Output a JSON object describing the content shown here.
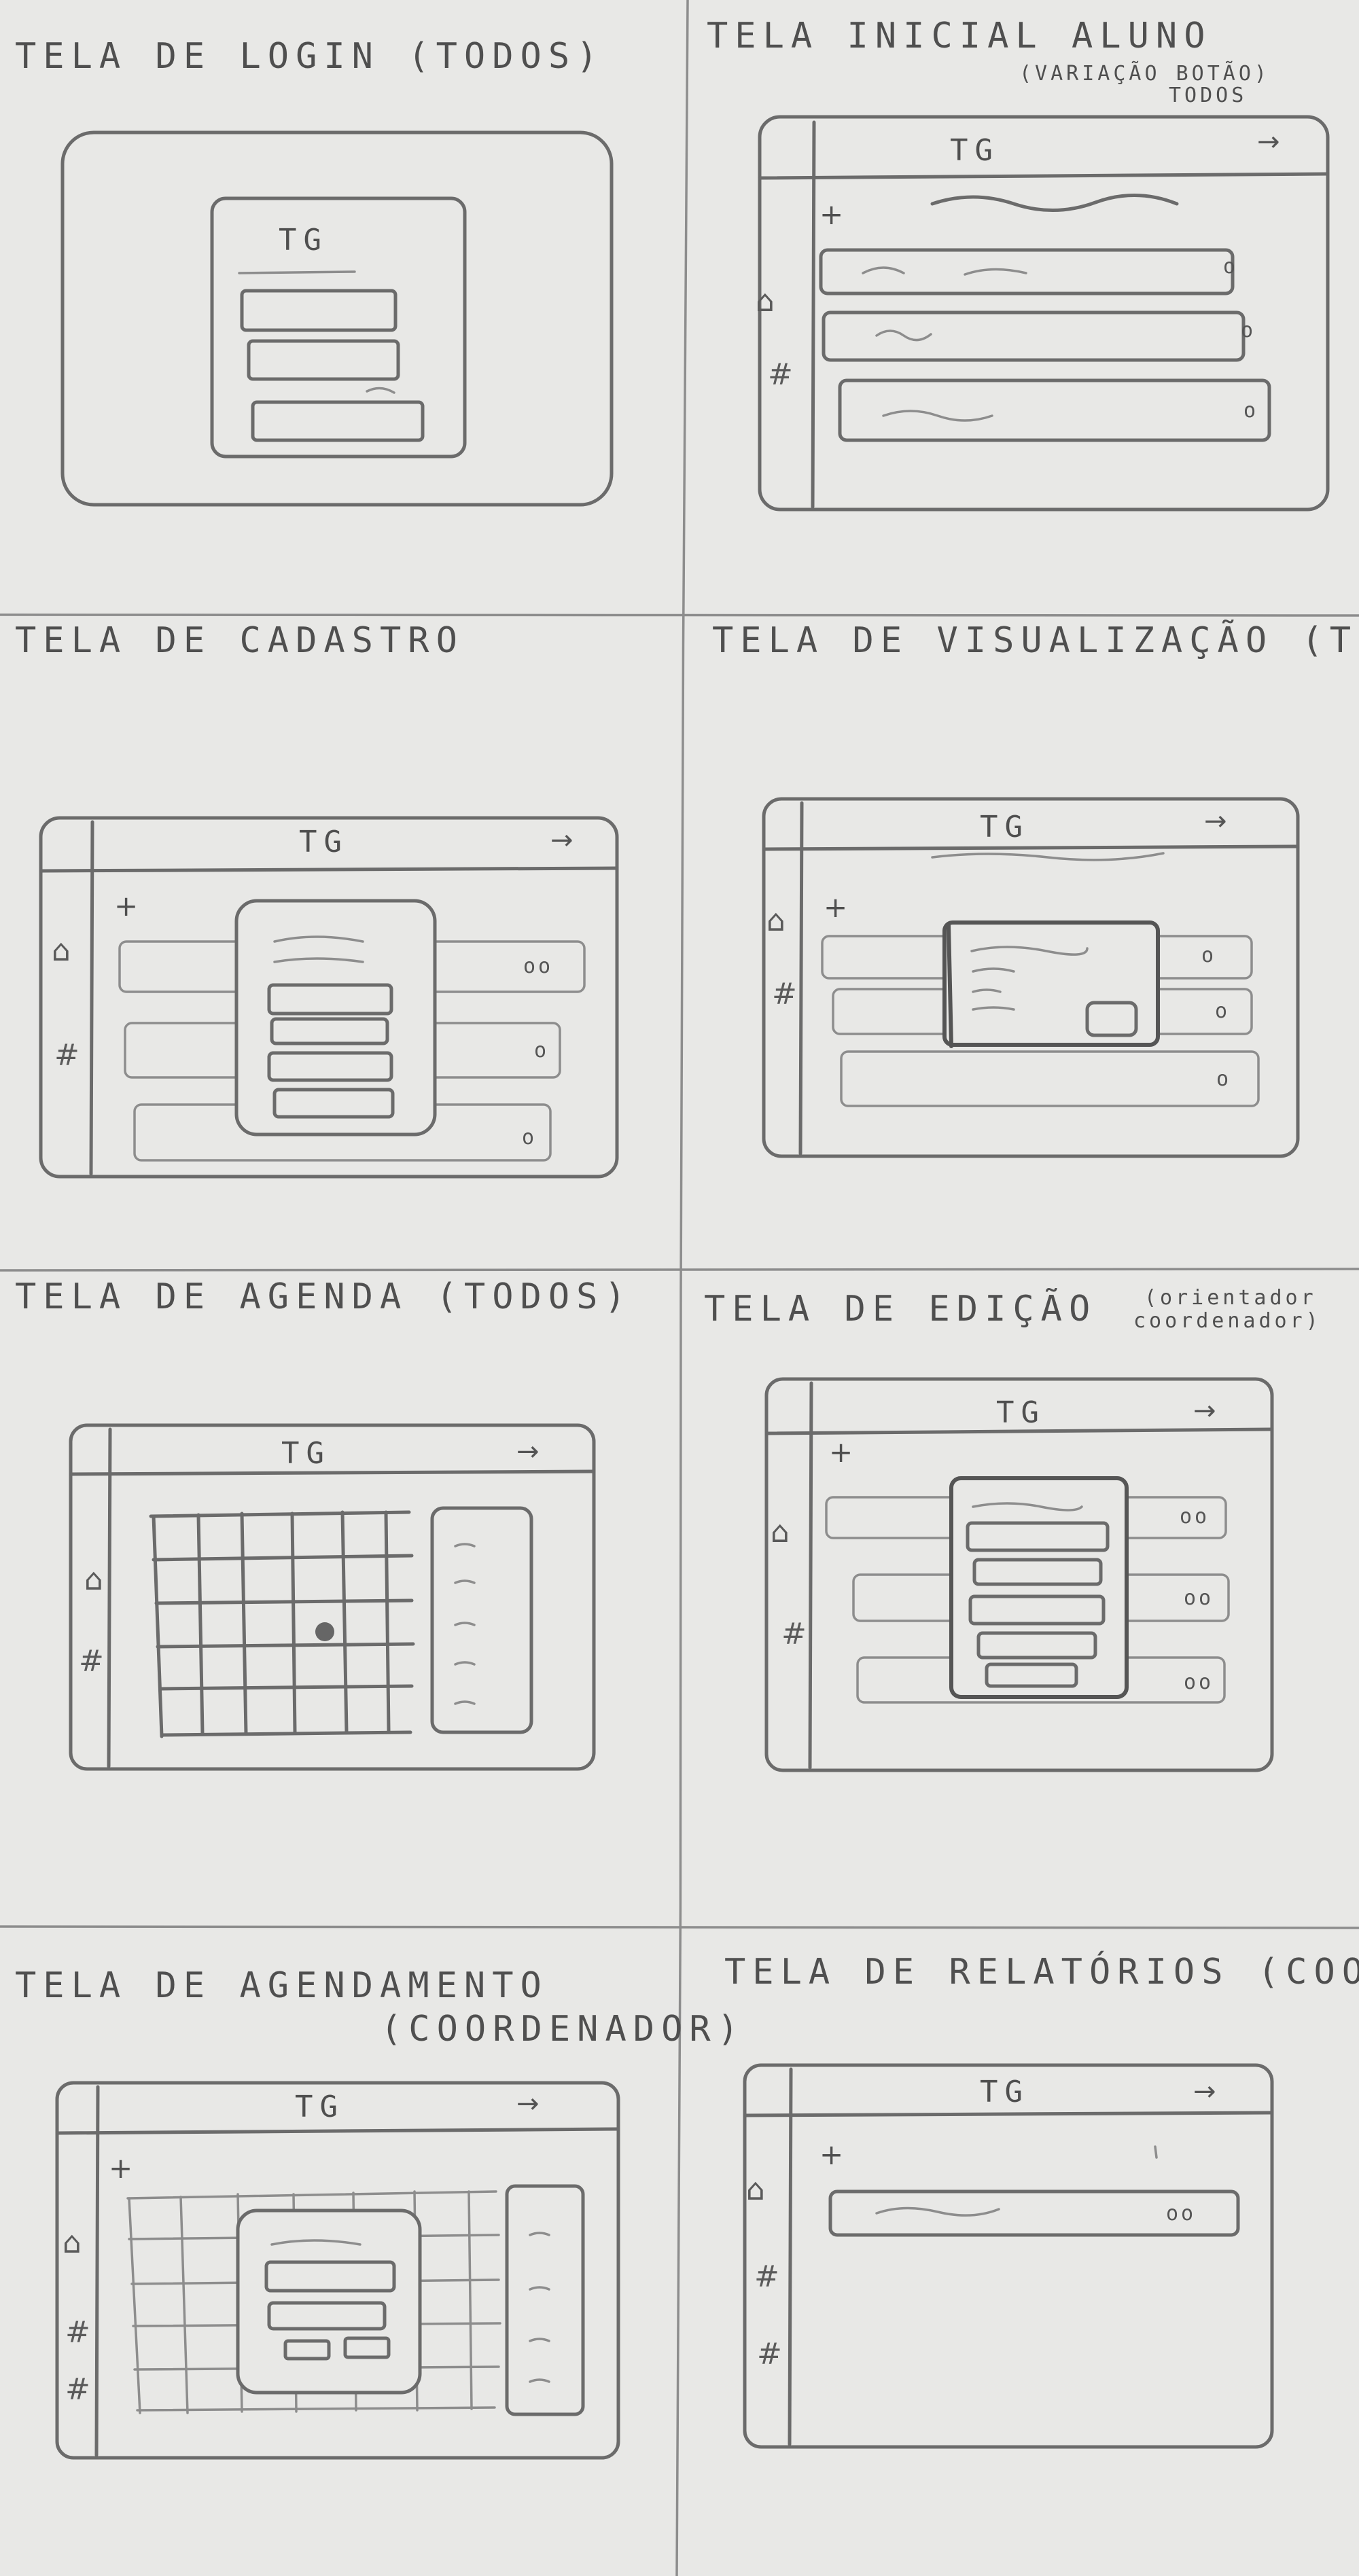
{
  "panels": [
    {
      "title": "TELA DE LOGIN (TODOS)"
    },
    {
      "title": "TELA INICIAL ALUNO",
      "subtitle_line1": "(VARIAÇÃO BOTÃO)",
      "subtitle_line2": "TODOS"
    },
    {
      "title": "TELA DE CADASTRO"
    },
    {
      "title": "TELA DE VISUALIZAÇÃO (TODOS)"
    },
    {
      "title": "TELA DE AGENDA (TODOS)"
    },
    {
      "title": "TELA DE EDIÇÃO",
      "subtitle_line1": "(orientador",
      "subtitle_line2": "coordenador)"
    },
    {
      "title": "TELA DE AGENDAMENTO",
      "subtitle_line1": "(COORDENADOR)"
    },
    {
      "title": "TELA DE RELATÓRIOS (COORDENADOR)"
    }
  ],
  "app": {
    "logo": "TG",
    "logout_arrow": "→",
    "add_symbol": "+",
    "home_icon": "⌂",
    "grid_icon": "#",
    "list_item_action": "o",
    "list_item_actions_double": "oo"
  },
  "colors": {
    "paper": "#e8e8e6",
    "pencil": "#6b6b6b"
  }
}
